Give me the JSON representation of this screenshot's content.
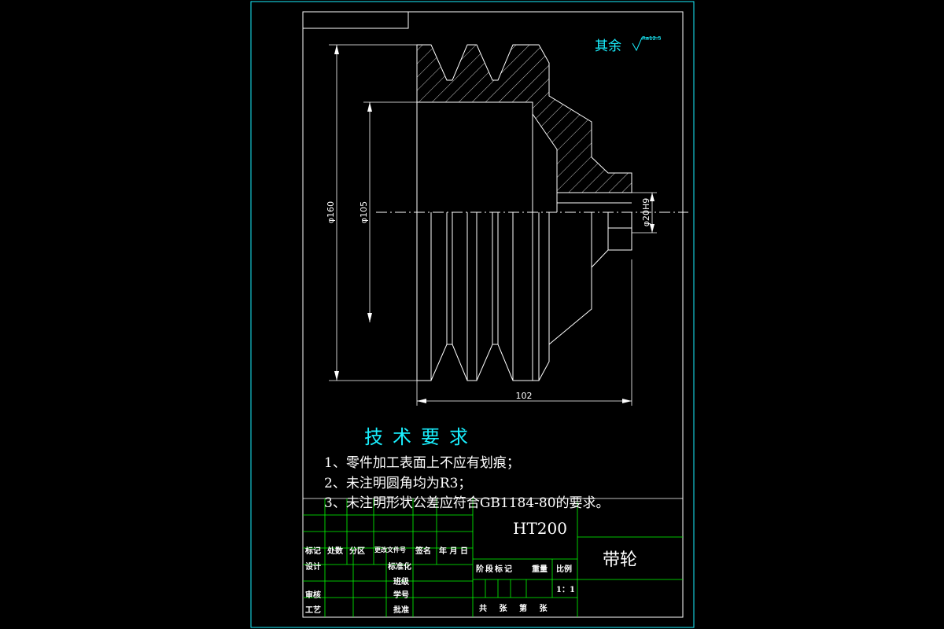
{
  "drawing": {
    "roughness_label": "其余",
    "roughness_value": "Ra12.5",
    "dimensions": {
      "outer_diameter": "φ160",
      "bore_diameter": "φ105",
      "hole_fit": "φ20H9",
      "total_width": "102"
    }
  },
  "tech_requirements": {
    "title": "技术要求",
    "items": [
      "1、零件加工表面上不应有划痕；",
      "2、未注明圆角均为R3；",
      "3、未注明形状公差应符合GB1184-80的要求。"
    ]
  },
  "title_block": {
    "material": "HT200",
    "part_name": "带轮",
    "scale_value": "1：1",
    "labels": {
      "mark": "标记",
      "count": "处数",
      "zone": "分区",
      "change_doc": "更改文件号",
      "signature": "签名",
      "date": "年 月 日",
      "design": "设计",
      "standardize": "标准化",
      "audit_check": "审核",
      "process": "工艺",
      "approve": "批准",
      "class": "班级",
      "student_no": "学号",
      "stage_mark": "阶段标记",
      "weight": "重量",
      "scale": "比例",
      "sheets_total": "共 张 第 张"
    }
  },
  "colors": {
    "background": "#000000",
    "frame": "#19f0ff",
    "geometry": "#ffffff",
    "table": "#00ff00",
    "text_cyan": "#19f0ff"
  }
}
